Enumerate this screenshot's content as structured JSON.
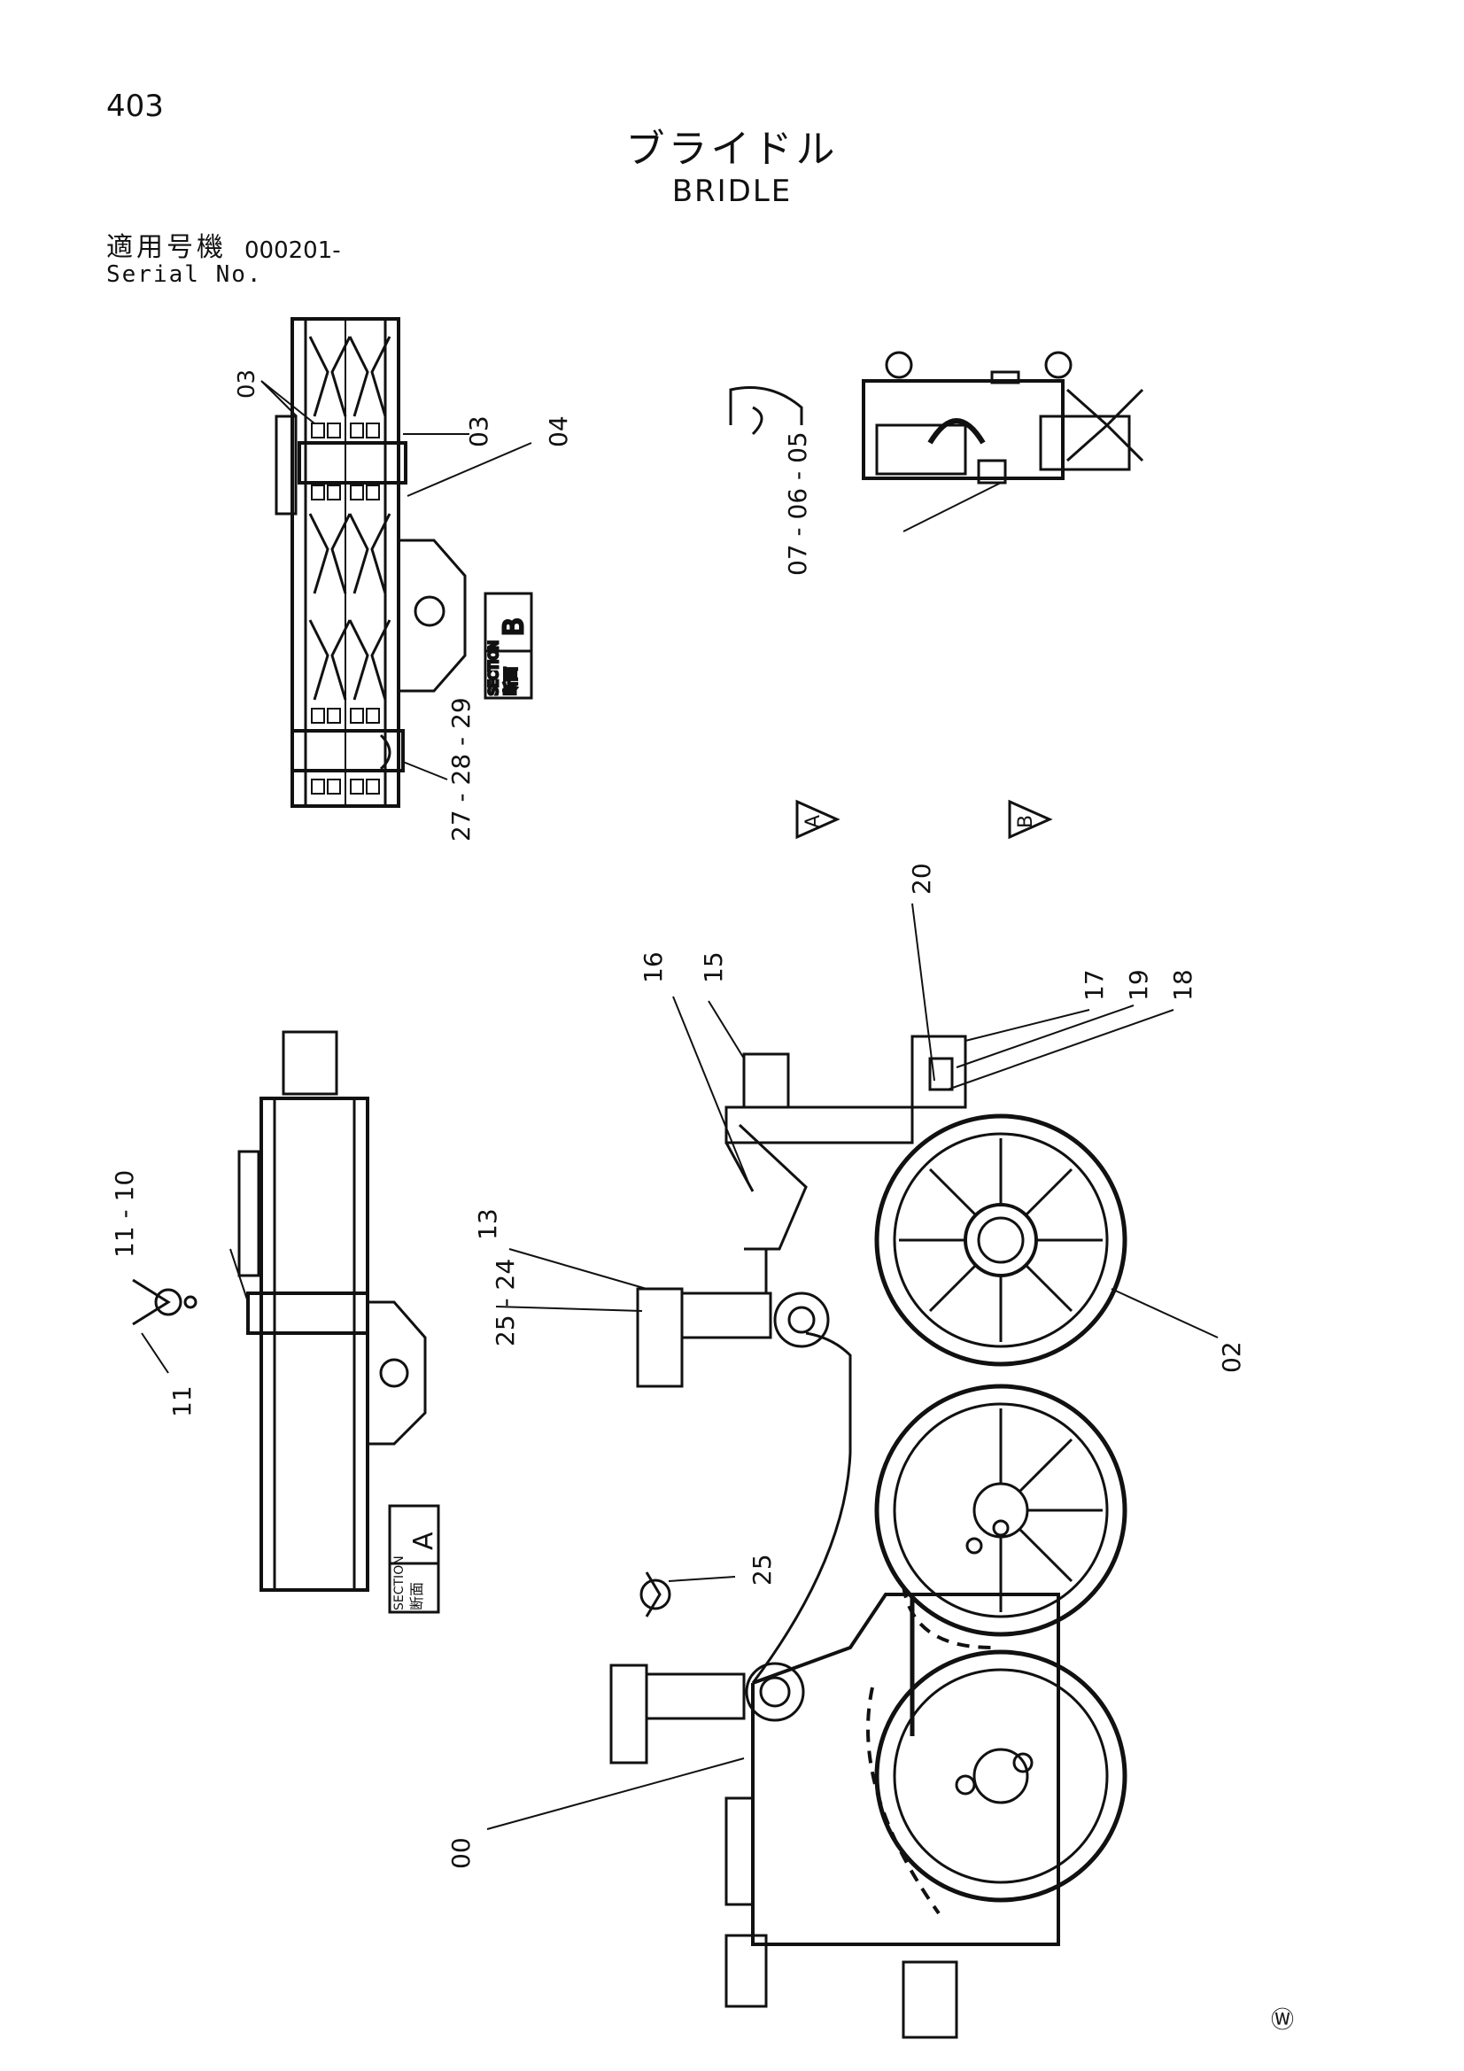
{
  "page_number": "403",
  "title_jp": "ブライドル",
  "title_en": "BRIDLE",
  "serial": {
    "label_jp": "適用号機",
    "label_en": "Serial No.",
    "value": "000201-"
  },
  "section_labels": {
    "a": {
      "jp": "断面",
      "en": "SECTION",
      "letter": "A"
    },
    "b": {
      "jp": "断面",
      "en": "SECTION",
      "letter": "B"
    }
  },
  "view_arrows": {
    "a": "A",
    "b": "B"
  },
  "callouts": {
    "c03a": "03",
    "c03b": "03",
    "c04": "04",
    "c27_29": "27 - 28 - 29",
    "c05_07": "07 - 06 - 05",
    "c20": "20",
    "c15": "15",
    "c16": "16",
    "c17": "17",
    "c19": "19",
    "c18": "18",
    "c13": "13",
    "c24_25": "25 - 24",
    "c02": "02",
    "c10_11": "11 - 10",
    "c11": "11",
    "c25": "25",
    "c00": "00"
  },
  "footer_mark": "Ⓦ"
}
